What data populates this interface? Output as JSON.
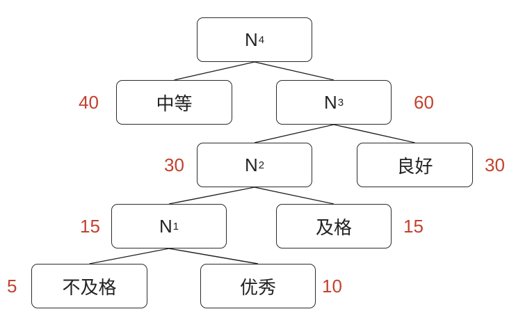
{
  "colors": {
    "weight": "#c2412e",
    "border": "#2a2a2a",
    "text": "#222222"
  },
  "nodes": {
    "n4": {
      "label": "N",
      "sub": "4"
    },
    "zhongdeng": {
      "label": "中等"
    },
    "n3": {
      "label": "N",
      "sub": "3"
    },
    "n2": {
      "label": "N",
      "sub": "2"
    },
    "lianghao": {
      "label": "良好"
    },
    "n1": {
      "label": "N",
      "sub": "1"
    },
    "jige": {
      "label": "及格"
    },
    "bujige": {
      "label": "不及格"
    },
    "youxiu": {
      "label": "优秀"
    }
  },
  "weights": {
    "zhongdeng": "40",
    "n3": "60",
    "n2": "30",
    "lianghao": "30",
    "n1": "15",
    "jige": "15",
    "bujige": "5",
    "youxiu": "10"
  },
  "edges": [
    [
      "n4",
      "zhongdeng"
    ],
    [
      "n4",
      "n3"
    ],
    [
      "n3",
      "n2"
    ],
    [
      "n3",
      "lianghao"
    ],
    [
      "n2",
      "n1"
    ],
    [
      "n2",
      "jige"
    ],
    [
      "n1",
      "bujige"
    ],
    [
      "n1",
      "youxiu"
    ]
  ]
}
